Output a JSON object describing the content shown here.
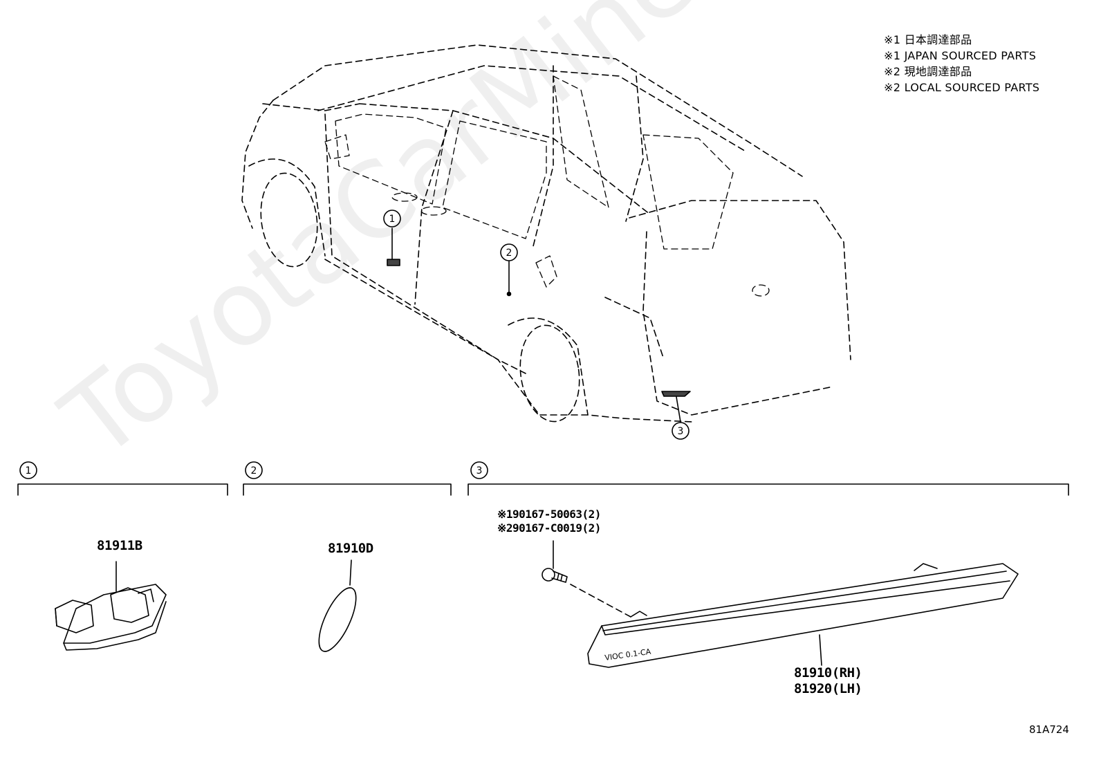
{
  "notes": [
    "※1 日本調達部品",
    "※1 JAPAN SOURCED PARTS",
    "※2 現地調達部品",
    "※2 LOCAL SOURCED PARTS"
  ],
  "callouts": [
    "1",
    "2",
    "3"
  ],
  "parts": {
    "part1": "81911B",
    "part2": "81910D",
    "part3_rh": "81910(RH)",
    "part3_lh": "81920(LH)"
  },
  "bolts": {
    "bolt1_marker": "※1",
    "bolt1": "90167-50063(2)",
    "bolt2_marker": "※2",
    "bolt2": "90167-C0019(2)"
  },
  "reflector_text": "VIOC 0.1-CA",
  "diagram_code": "81A724",
  "watermark": "ToyotaCarMine.ru"
}
